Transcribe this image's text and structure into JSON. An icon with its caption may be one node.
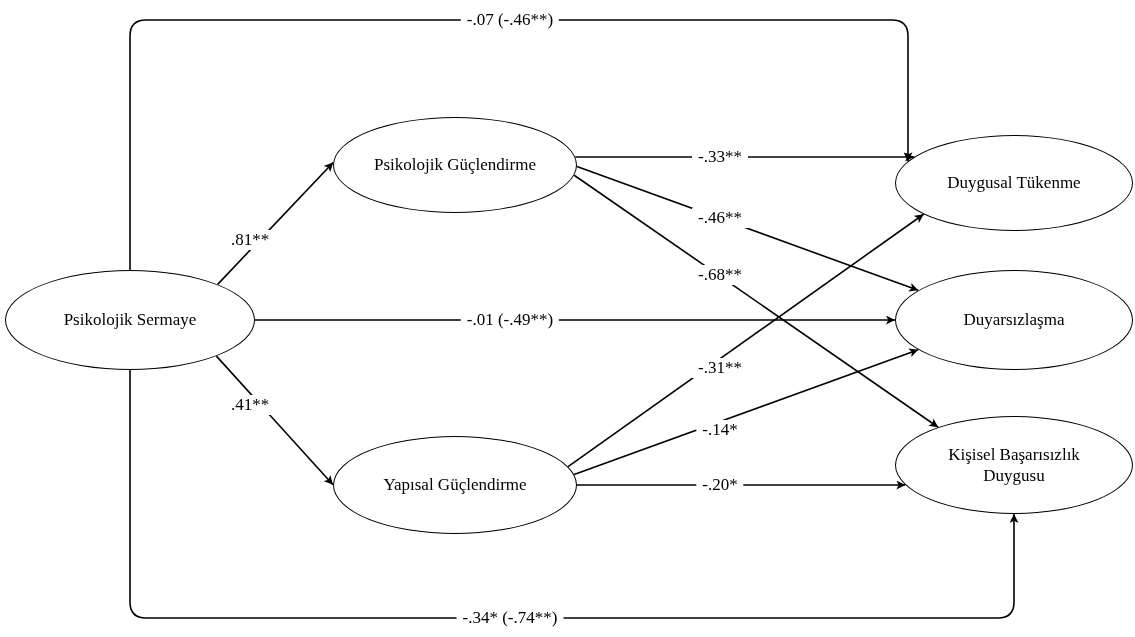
{
  "diagram": {
    "nodes": [
      {
        "text": [
          "Psikolojik Sermaye"
        ]
      },
      {
        "text": [
          "Psikolojik Güçlendirme"
        ]
      },
      {
        "text": [
          "Yapısal Güçlendirme"
        ]
      },
      {
        "text": [
          "Duygusal Tükenme"
        ]
      },
      {
        "text": [
          "Duyarsızlaşma"
        ]
      },
      {
        "text": [
          "Kişisel Başarısızlık Duygusu"
        ]
      }
    ],
    "edges": [
      {
        "from": 0,
        "to": 3,
        "arrow": "to",
        "label": "-.07 (-.46**)"
      },
      {
        "from": 0,
        "to": 1,
        "arrow": "to",
        "label": ".81**"
      },
      {
        "from": 0,
        "to": 4,
        "arrow": "to",
        "label": "-.01 (-.49**)"
      },
      {
        "from": 0,
        "to": 2,
        "arrow": "to",
        "label": ".41**"
      },
      {
        "from": 0,
        "to": 5,
        "arrow": "to",
        "label": "-.34* (-.74**)"
      },
      {
        "from": 1,
        "to": 3,
        "arrow": "to",
        "label": "-.33**"
      },
      {
        "from": 1,
        "to": 4,
        "arrow": "to",
        "label": "-.46**"
      },
      {
        "from": 1,
        "to": 5,
        "arrow": "to",
        "label": "-.68**"
      },
      {
        "from": 2,
        "to": 3,
        "arrow": "to",
        "label": "-.31**"
      },
      {
        "from": 2,
        "to": 4,
        "arrow": "to",
        "label": "-.14*"
      },
      {
        "from": 2,
        "to": 5,
        "arrow": "to",
        "label": "-.20*"
      }
    ]
  }
}
